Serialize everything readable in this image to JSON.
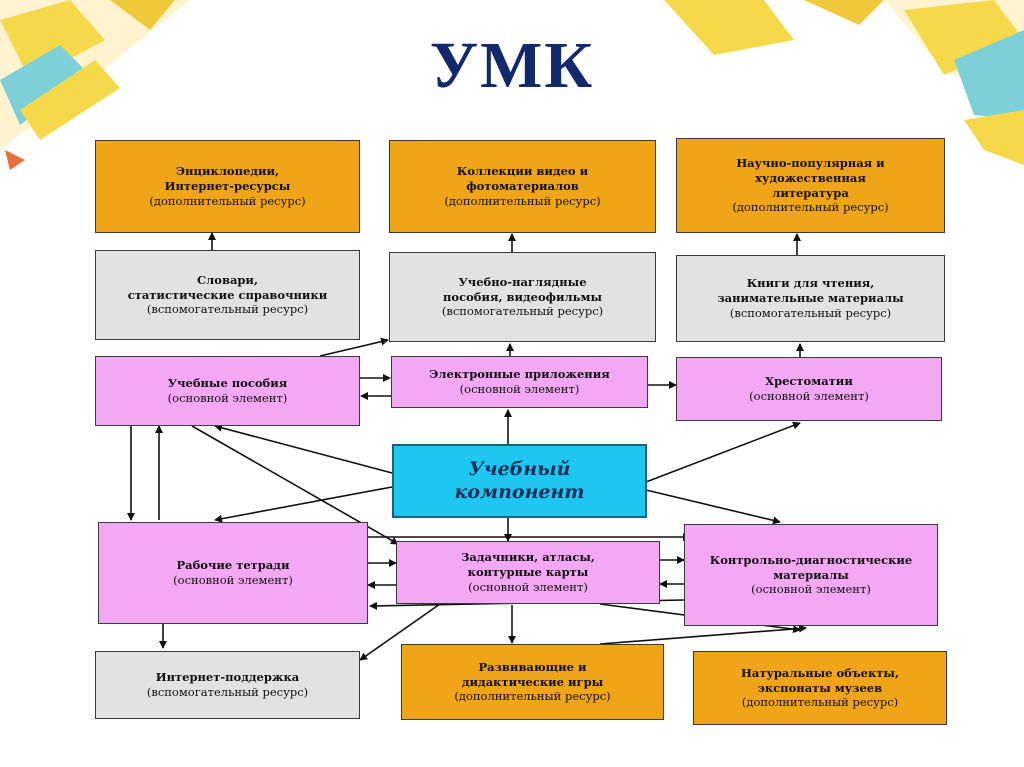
{
  "title": "УМК",
  "center": {
    "line1": "Учебный",
    "line2": "компонент"
  },
  "boxes": {
    "encyclopedias": {
      "l1": "Энциклопедии,",
      "l2": "Интернет-ресурсы",
      "l3": "(дополнительный ресурс)"
    },
    "video_collections": {
      "l1": "Коллекции видео и",
      "l2": "фотоматериалов",
      "l3": "(дополнительный ресурс)"
    },
    "popular_science": {
      "l1": "Научно-популярная и",
      "l2": "художественная",
      "l3": "литература",
      "l4": "(дополнительный ресурс)"
    },
    "dictionaries": {
      "l1": "Словари,",
      "l2": "статистические справочники",
      "l3": "(вспомогательный ресурс)"
    },
    "visual_aids": {
      "l1": "Учебно-наглядные",
      "l2": "пособия, видеофильмы",
      "l3": "(вспомогательный ресурс)"
    },
    "reading_books": {
      "l1": "Книги для чтения,",
      "l2": "занимательные материалы",
      "l3": "(вспомогательный ресурс)"
    },
    "textbooks": {
      "l1": "Учебные пособия",
      "l2": "(основной элемент)"
    },
    "e_apps": {
      "l1": "Электронные приложения",
      "l2": "(основной элемент)"
    },
    "anthologies": {
      "l1": "Хрестоматии",
      "l2": "(основной элемент)"
    },
    "workbooks": {
      "l1": "Рабочие тетради",
      "l2": "(основной элемент)"
    },
    "problem_books": {
      "l1": "Задачники, атласы,",
      "l2": "контурные карты",
      "l3": "(основной элемент)"
    },
    "diagnostics": {
      "l1": "Контрольно-диагностические",
      "l2": "материалы",
      "l3": "(основной элемент)"
    },
    "internet_support": {
      "l1": "Интернет-поддержка",
      "l2": "(вспомогательный ресурс)"
    },
    "games": {
      "l1": "Развивающие и",
      "l2": "дидактические игры",
      "l3": "(дополнительный ресурс)"
    },
    "natural_objects": {
      "l1": "Натуральные объекты,",
      "l2": "экспонаты музеев",
      "l3": "(дополнительный ресурс)"
    }
  },
  "colors": {
    "additional": "#f0a418",
    "auxiliary": "#e2e2e2",
    "main": "#f3a8f3",
    "center": "#1ec7ef",
    "title": "#12296b"
  }
}
